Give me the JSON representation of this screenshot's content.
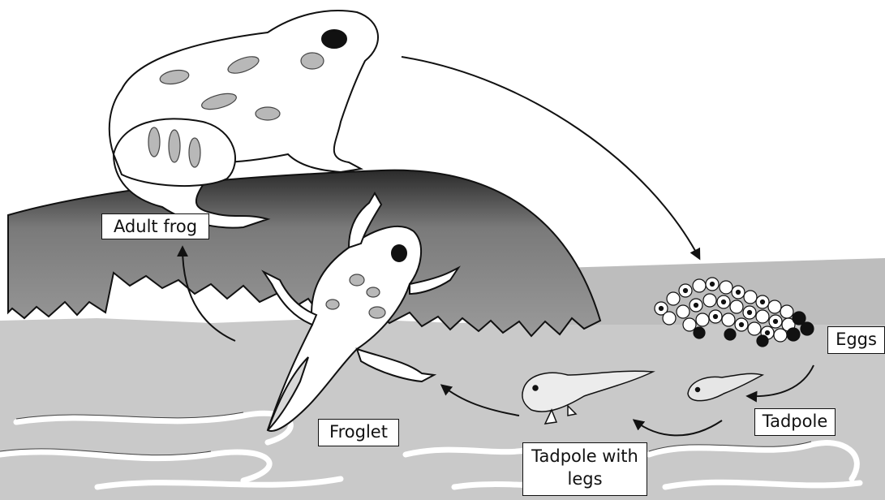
{
  "labels": {
    "adult_frog": "Adult frog",
    "eggs": "Eggs",
    "tadpole": "Tadpole",
    "tadpole_with_legs": "Tadpole with legs",
    "froglet": "Froglet"
  },
  "colors": {
    "water": "#c8c8c8",
    "rock": "#6a6a6a",
    "outline": "#111111",
    "spots": "#b5b5b5"
  }
}
